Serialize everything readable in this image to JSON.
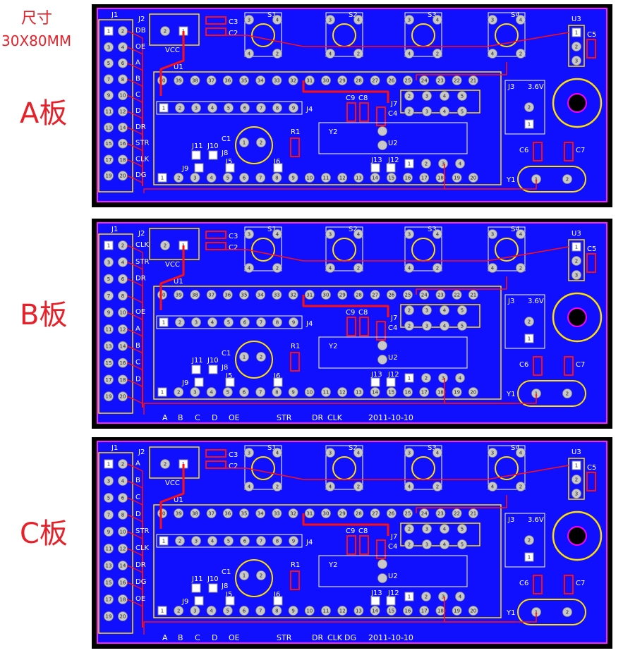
{
  "size_title": "尺寸",
  "size_value": "30X80MM",
  "boards": [
    {
      "label": "A板",
      "header_labels": [
        "DB",
        "OE",
        "A",
        "B",
        "C",
        "D",
        "DR",
        "STR",
        "CLK",
        "DG"
      ],
      "bottom_labels": [],
      "date": "",
      "header_rows": 10
    },
    {
      "label": "B板",
      "header_labels": [
        "CLK",
        "STR",
        "DR",
        "",
        "OE",
        "A",
        "B",
        "C",
        "D",
        ""
      ],
      "bottom_labels": [
        "A",
        "B",
        "C",
        "D",
        "OE",
        "STR",
        "DR",
        "CLK"
      ],
      "date": "2011-10-10",
      "header_rows": 10
    },
    {
      "label": "C板",
      "header_labels": [
        "A",
        "B",
        "C",
        "D",
        "STR",
        "CLK",
        "DR",
        "DG",
        "OE"
      ],
      "bottom_labels": [
        "A",
        "B",
        "C",
        "D",
        "OE",
        "STR",
        "DR",
        "CLK",
        "DG"
      ],
      "date": "2011-10-10",
      "header_rows": 10
    }
  ],
  "silk": {
    "j1": "J1",
    "j2": "J2",
    "j3": "J3",
    "j4": "J4",
    "j5": "J5",
    "j6": "J6",
    "j7": "J7",
    "j8": "J8",
    "j9": "J9",
    "j10": "J10",
    "j11": "J11",
    "j12": "J12",
    "j13": "J13",
    "c1": "C1",
    "c2": "C2",
    "c3": "C3",
    "c4": "C4",
    "c5": "C5",
    "c6": "C6",
    "c7": "C7",
    "c8": "C8",
    "c9": "C9",
    "s1": "S1",
    "s2": "S2",
    "s3": "S3",
    "s4": "S4",
    "u1": "U1",
    "u2": "U2",
    "u3": "U3",
    "r1": "R1",
    "y1": "Y1",
    "y2": "Y2",
    "vcc": "VCC",
    "batt": "3.6V"
  },
  "colors": {
    "board": "#1010ff",
    "pad": "#c8c8c8",
    "silk": "#ffe000",
    "trace": "#ff1010",
    "outline": "#ff20ff",
    "hole": "#ff00ff",
    "label": "#e8202a"
  }
}
